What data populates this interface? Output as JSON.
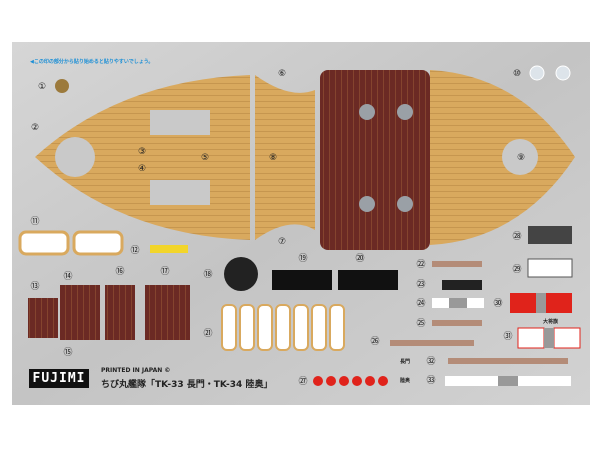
{
  "sheet": {
    "hint_text": "◀この印の部分から貼り始めると貼りやすいでしょう。",
    "brand_logo": "FUJIMI",
    "printed_text": "PRINTED IN JAPAN ©",
    "product_title": "ちび丸艦隊「TK-33 長門・TK-34 陸奥」",
    "labels": {
      "admiral_flag": "大将旗",
      "nagato": "長門",
      "mutsu": "陸奥"
    },
    "part_numbers": [
      "①",
      "②",
      "③",
      "④",
      "⑤",
      "⑥",
      "⑦",
      "⑧",
      "⑨",
      "⑩",
      "⑪",
      "⑫",
      "⑬",
      "⑭",
      "⑮",
      "⑯",
      "⑰",
      "⑱",
      "⑲",
      "⑳",
      "㉑",
      "㉒",
      "㉓",
      "㉔",
      "㉕",
      "㉖",
      "㉗",
      "㉘",
      "㉙",
      "㉚",
      "㉛",
      "㉜",
      "㉝"
    ]
  },
  "colors": {
    "sheet": "#c9c9c9",
    "wood": "#d9a95e",
    "deck_dark": "#6b2a24",
    "hint": "#1b8fd6",
    "flag_red": "#e0231b"
  }
}
